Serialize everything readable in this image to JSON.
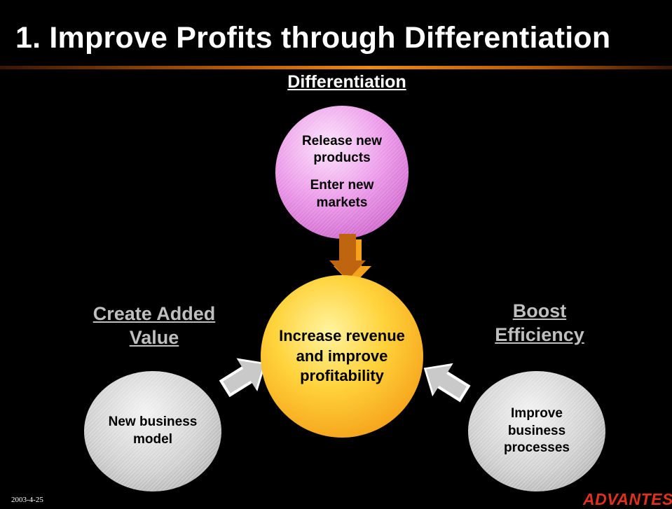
{
  "title": "1. Improve Profits through Differentiation",
  "headings": {
    "differentiation": "Differentiation",
    "create_added_value": "Create Added Value",
    "boost_efficiency": "Boost Efficiency"
  },
  "circles": {
    "differentiation": {
      "line1": "Release new products",
      "line2": "Enter new markets"
    },
    "center": "Increase revenue and improve profitability",
    "added_value": "New business model",
    "efficiency": "Improve business processes"
  },
  "footer": {
    "date": "2003-4-25",
    "logo": "ADVANTEST"
  },
  "colors": {
    "background": "#000000",
    "accent": "#f08a10",
    "pink_circle": "#ec9be9",
    "center_circle": "#ffd23a",
    "grey_circle": "#cfcfcf",
    "logo": "#e0301e"
  }
}
